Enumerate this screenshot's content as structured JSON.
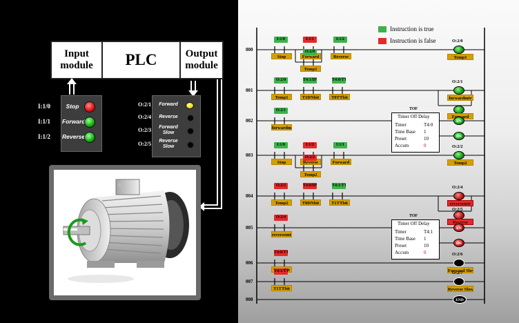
{
  "plc": {
    "input_module": "Input module",
    "title": "PLC",
    "output_module": "Output module"
  },
  "inputs": [
    {
      "addr": "I:1/0",
      "name": "Stop",
      "lamp": "red"
    },
    {
      "addr": "I:1/1",
      "name": "Forward",
      "lamp": "green"
    },
    {
      "addr": "I:1/2",
      "name": "Reverse",
      "lamp": "green"
    }
  ],
  "outputs": [
    {
      "addr": "O:2/1",
      "name": "Forward",
      "lamp": "yellow"
    },
    {
      "addr": "O:2/4",
      "name": "Reverse",
      "lamp": "black"
    },
    {
      "addr": "O:2/3",
      "name": "Forward Slow",
      "lamp": "black"
    },
    {
      "addr": "O:2/5",
      "name": "Reverse Slow",
      "lamp": "black"
    }
  ],
  "legend": {
    "true_label": "Instruction is true",
    "false_label": "Instruction is false",
    "true_color": "#3db24a",
    "false_color": "#e42a2a"
  },
  "rungs": [
    {
      "num": "000",
      "contacts": [
        {
          "addr": "I:1/0",
          "state": "green",
          "tag": "Stop"
        },
        {
          "addr": "I:1/1",
          "state": "red",
          "tag": "Forward"
        },
        {
          "addr": "I:1/2",
          "state": "green",
          "tag": "Reverse"
        },
        {
          "addr": "O:2/0",
          "state": "green",
          "tag": "Temp1"
        }
      ],
      "coil": {
        "addr": "O:2/0",
        "tag": "Temp1",
        "state": "green"
      }
    },
    {
      "num": "001",
      "contacts": [
        {
          "addr": "O:2/0",
          "state": "green",
          "tag": "Temp1"
        },
        {
          "addr": "T4:1/DN",
          "state": "green",
          "tag": "T1DNbit"
        },
        {
          "addr": "T4:0/TT",
          "state": "green",
          "tag": "T0TTbit"
        }
      ],
      "coils": [
        {
          "addr": "O:2/1",
          "tag": "forwardmtr",
          "state": "green"
        },
        {
          "addr": "O:2/1",
          "tag": "Forward",
          "state": "green"
        }
      ]
    },
    {
      "num": "002",
      "contacts": [
        {
          "addr": "O:2/1",
          "state": "green",
          "tag": "forwardmtr"
        }
      ],
      "timer": {
        "type": "TOF",
        "title": "Timer Off Delay",
        "timer": "T4:0",
        "time_base": "1",
        "preset": "10",
        "accum": "0",
        "en": "EN",
        "dn": "DN"
      }
    },
    {
      "num": "003",
      "contacts": [
        {
          "addr": "I:1/0",
          "state": "green",
          "tag": "Stop"
        },
        {
          "addr": "I:1/2",
          "state": "red",
          "tag": "Reverse"
        },
        {
          "addr": "O:2/2",
          "state": "red",
          "tag": "Temp2"
        },
        {
          "addr": "I:1/1",
          "state": "green",
          "tag": "Forward"
        }
      ],
      "coil": {
        "addr": "O:2/2",
        "tag": "Temp2",
        "state": "green"
      }
    },
    {
      "num": "004",
      "contacts": [
        {
          "addr": "O:2/2",
          "state": "red",
          "tag": "Temp2"
        },
        {
          "addr": "T4:0/DN",
          "state": "red",
          "tag": "T0DNbit"
        },
        {
          "addr": "T4:1/TT",
          "state": "green",
          "tag": "T1TTbit"
        }
      ],
      "coils": [
        {
          "addr": "O:2/4",
          "tag": "reversemtr",
          "state": "red"
        },
        {
          "addr": "O:2/5",
          "tag": "Reverse",
          "state": "red"
        }
      ]
    },
    {
      "num": "005",
      "contacts": [
        {
          "addr": "O:2/4",
          "state": "red",
          "tag": "reversemtr"
        }
      ],
      "timer": {
        "type": "TOF",
        "title": "Timer Off Delay",
        "timer": "T4:1",
        "time_base": "1",
        "preset": "10",
        "accum": "0",
        "en": "EN",
        "dn": "DN"
      }
    },
    {
      "num": "006",
      "contacts": [
        {
          "addr": "T4:0/TT",
          "state": "red",
          "tag": "T0TTbit"
        }
      ],
      "coil": {
        "addr": "O:2/6",
        "tag": "Forward Slow",
        "state": "black"
      }
    },
    {
      "num": "007",
      "contacts": [
        {
          "addr": "T4:1/TT",
          "state": "red",
          "tag": "T1TTbit"
        }
      ],
      "coil": {
        "addr": "O:2/7",
        "tag": "Reverse Slow",
        "state": "black"
      }
    },
    {
      "num": "008",
      "end": "END"
    }
  ]
}
